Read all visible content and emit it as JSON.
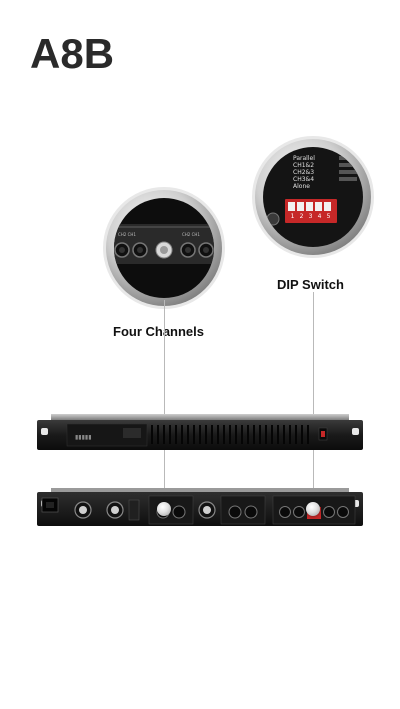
{
  "product": {
    "model": "A8B"
  },
  "callouts": {
    "four_channels": "Four Channels",
    "dip_switch": "DIP Switch"
  },
  "dip_panel": {
    "rows": [
      "Parallel",
      "CH1&2",
      "CH2&3",
      "CH3&4",
      "Alone"
    ],
    "switch_numbers": [
      "1",
      "2",
      "3",
      "4",
      "5"
    ]
  },
  "colors": {
    "title": "#2a2a2a",
    "chassis": "#1b1b1b",
    "dip_switch": "#c62828",
    "leader_line": "#b9b9b9"
  }
}
